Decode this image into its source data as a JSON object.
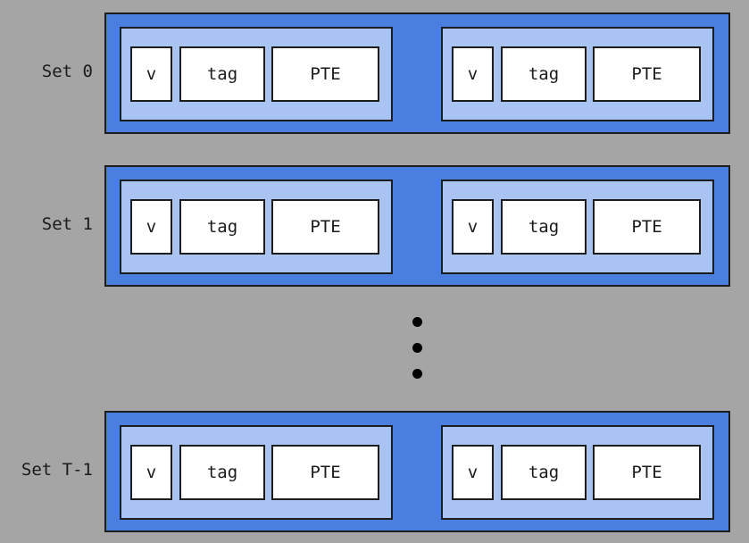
{
  "sets": [
    {
      "label": "Set 0",
      "ways": [
        {
          "v": "v",
          "tag": "tag",
          "pte": "PTE"
        },
        {
          "v": "v",
          "tag": "tag",
          "pte": "PTE"
        }
      ]
    },
    {
      "label": "Set 1",
      "ways": [
        {
          "v": "v",
          "tag": "tag",
          "pte": "PTE"
        },
        {
          "v": "v",
          "tag": "tag",
          "pte": "PTE"
        }
      ]
    },
    {
      "label": "Set T-1",
      "ways": [
        {
          "v": "v",
          "tag": "tag",
          "pte": "PTE"
        },
        {
          "v": "v",
          "tag": "tag",
          "pte": "PTE"
        }
      ]
    }
  ],
  "colors": {
    "background": "#a5a5a5",
    "set_fill": "#4a7fe0",
    "way_fill": "#a9c3f3",
    "field_fill": "#ffffff",
    "border": "#1d1d1d"
  }
}
